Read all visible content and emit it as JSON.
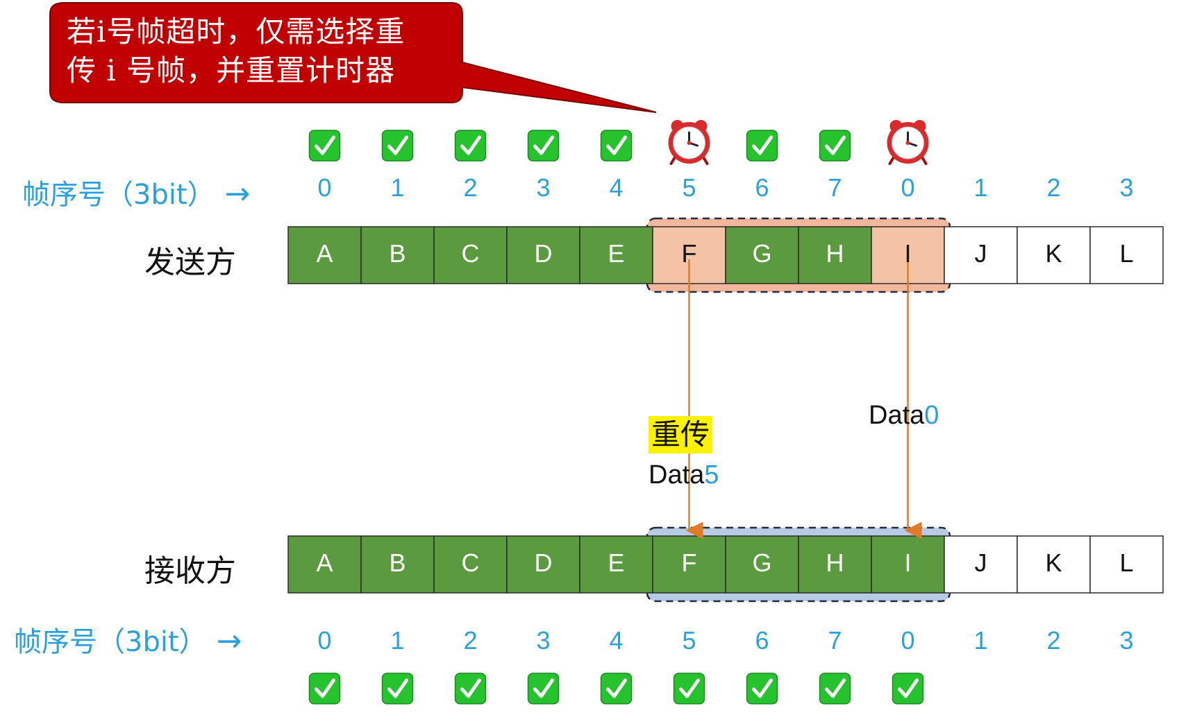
{
  "callout": {
    "line1": "若i号帧超时，仅需选择重",
    "line2": "传 i 号帧，并重置计时器"
  },
  "seq_label": "帧序号（3bit）",
  "sender": {
    "title": "发送方",
    "frames": [
      "A",
      "B",
      "C",
      "D",
      "E",
      "F",
      "G",
      "H",
      "I",
      "J",
      "K",
      "L"
    ],
    "seq": [
      "0",
      "1",
      "2",
      "3",
      "4",
      "5",
      "6",
      "7",
      "0",
      "1",
      "2",
      "3"
    ],
    "status": [
      "ack",
      "ack",
      "ack",
      "ack",
      "ack",
      "timeout",
      "ack",
      "ack",
      "timeout",
      "none",
      "none",
      "none"
    ],
    "cell_state": [
      "acked",
      "acked",
      "acked",
      "acked",
      "acked",
      "pending",
      "acked",
      "acked",
      "pending",
      "empty",
      "empty",
      "empty"
    ],
    "window": {
      "start": 5,
      "end": 8
    }
  },
  "receiver": {
    "title": "接收方",
    "frames": [
      "A",
      "B",
      "C",
      "D",
      "E",
      "F",
      "G",
      "H",
      "I",
      "J",
      "K",
      "L"
    ],
    "seq": [
      "0",
      "1",
      "2",
      "3",
      "4",
      "5",
      "6",
      "7",
      "0",
      "1",
      "2",
      "3"
    ],
    "status": [
      "ack",
      "ack",
      "ack",
      "ack",
      "ack",
      "ack",
      "ack",
      "ack",
      "ack",
      "none",
      "none",
      "none"
    ],
    "cell_state": [
      "received",
      "received",
      "received",
      "received",
      "received",
      "received",
      "received",
      "received",
      "received",
      "empty",
      "empty",
      "empty"
    ],
    "window": {
      "start": 5,
      "end": 8
    }
  },
  "transmissions": {
    "first": {
      "tag": "重传",
      "word": "Data",
      "num": "5"
    },
    "second": {
      "word": "Data",
      "num": "0"
    }
  },
  "colors": {
    "callout_red": "#c00000",
    "received_green": "#5b9a3e",
    "pending_salmon": "#f4c3a6",
    "sender_window": "#f3b79c",
    "receiver_window": "#b7cce4",
    "arrow_orange": "#e07b27",
    "seq_blue": "#2aa1dc",
    "ack_green": "#27c32e"
  },
  "icons": {
    "ack": "check-mark-icon",
    "timeout": "alarm-clock-icon"
  }
}
